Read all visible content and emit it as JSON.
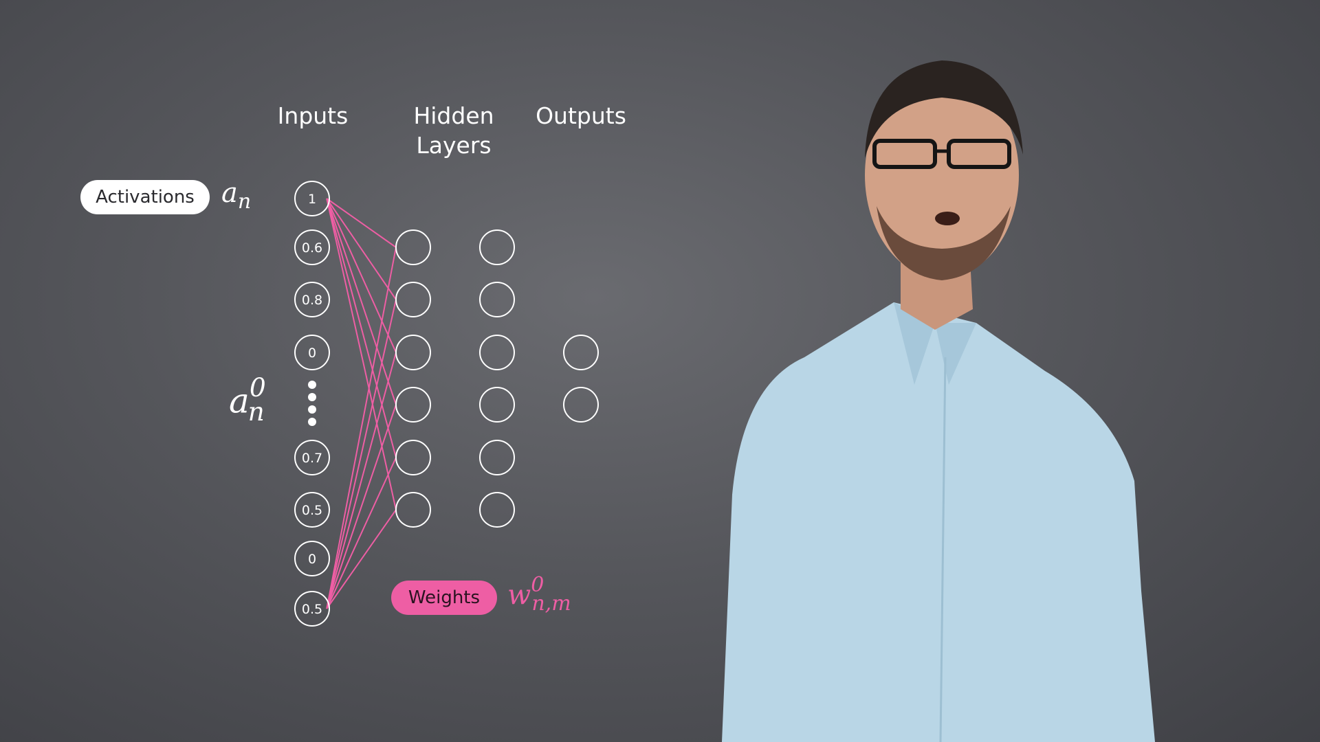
{
  "columns": {
    "inputs": "Inputs",
    "hidden_line1": "Hidden",
    "hidden_line2": "Layers",
    "outputs": "Outputs"
  },
  "labels": {
    "activations": "Activations",
    "activation_symbol": "a",
    "activation_sub": "n",
    "layer_symbol": "a",
    "layer_sub": "n",
    "layer_sup": "0",
    "weights": "Weights",
    "weight_symbol": "w",
    "weight_sub": "n,m",
    "weight_sup": "0"
  },
  "input_values": [
    "1",
    "0.6",
    "0.8",
    "0",
    "0.7",
    "0.5",
    "0",
    "0.5"
  ],
  "colors": {
    "node_stroke": "#ffffff",
    "weight_line": "#ee5ea4",
    "activations_pill": "#ffffff",
    "weights_pill": "#ee5ea4"
  }
}
